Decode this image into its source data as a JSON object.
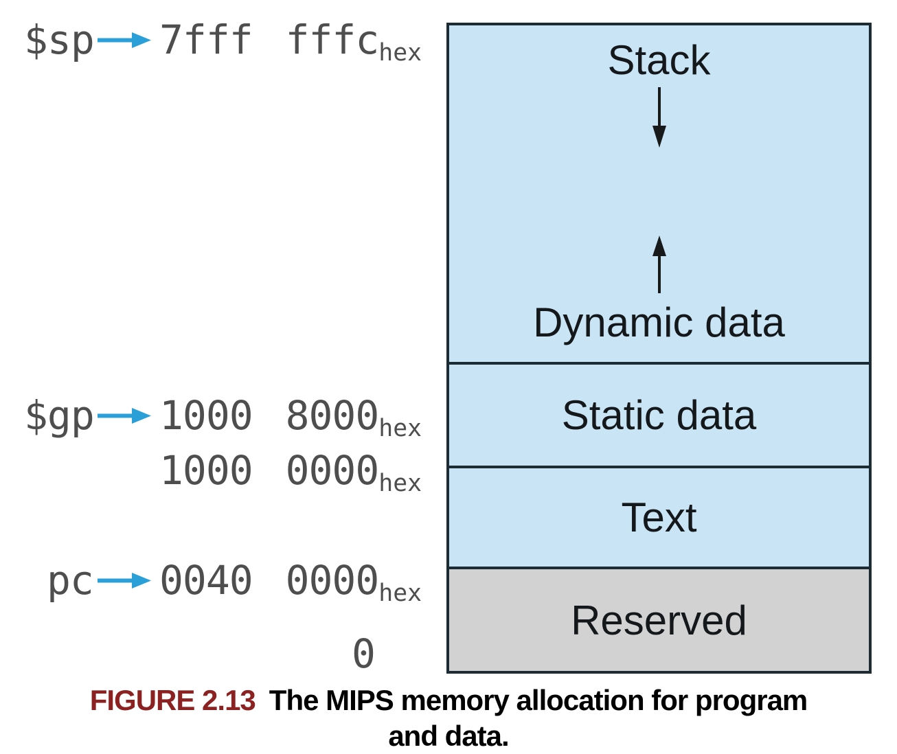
{
  "figure": {
    "pointers": [
      {
        "register": "$sp",
        "address": "7fff fffc",
        "subscript": "hex"
      },
      {
        "register": "$gp",
        "address": "1000 8000",
        "subscript": "hex"
      },
      {
        "register": "",
        "address": "1000 0000",
        "subscript": "hex"
      },
      {
        "register": "pc",
        "address": "0040 0000",
        "subscript": "hex"
      },
      {
        "register": "",
        "address": "0",
        "subscript": ""
      }
    ],
    "memory_map": {
      "top_section": {
        "stack_label": "Stack",
        "dynamic_label": "Dynamic data"
      },
      "sections": [
        "Static data",
        "Text",
        "Reserved"
      ]
    },
    "caption": {
      "label": "FIGURE 2.13",
      "title_line1": "The MIPS memory allocation for program",
      "title_line2": "and data."
    }
  },
  "icons": {
    "pointer_arrow": "right-arrow",
    "stack_growth": "down-arrow",
    "heap_growth": "up-arrow"
  },
  "colors": {
    "bg": "#ffffff",
    "section_blue": "#c8e4f5",
    "section_gray": "#d2d2d2",
    "border": "#1d2c34",
    "arrow_blue": "#2ba0d8",
    "arrow_black": "#17191b",
    "mono_text": "#4e4e4e",
    "label_text": "#15181b",
    "caption_label": "#8b2121"
  }
}
